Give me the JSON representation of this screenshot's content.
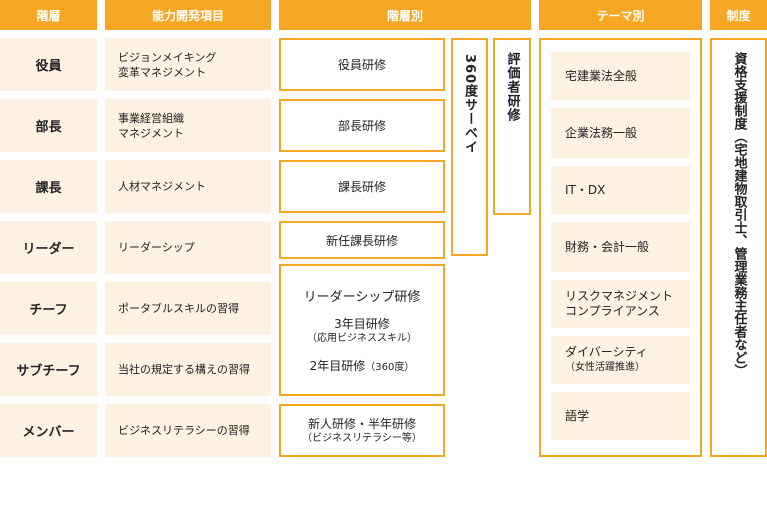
{
  "headers": {
    "level": "階層",
    "ability": "能力開発項目",
    "by_level": "階層別",
    "by_theme": "テーマ別",
    "system": "制度"
  },
  "ranks": [
    {
      "rank": "役員",
      "skill_lines": [
        "ビジョンメイキング",
        "変革マネジメント"
      ]
    },
    {
      "rank": "部長",
      "skill_lines": [
        "事業経営組織",
        "マネジメント"
      ]
    },
    {
      "rank": "課長",
      "skill_lines": [
        "人材マネジメント"
      ]
    },
    {
      "rank": "リーダー",
      "skill_lines": [
        "リーダーシップ"
      ]
    },
    {
      "rank": "チーフ",
      "skill_lines": [
        "ポータブルスキルの習得"
      ]
    },
    {
      "rank": "サブチーフ",
      "skill_lines": [
        "当社の規定する構えの習得"
      ]
    },
    {
      "rank": "メンバー",
      "skill_lines": [
        "ビジネスリテラシーの習得"
      ]
    }
  ],
  "trainings": {
    "exec": "役員研修",
    "gm": "部長研修",
    "mgr": "課長研修",
    "new_mgr": "新任課長研修",
    "leadership": "リーダーシップ研修",
    "third_year": "3年目研修",
    "third_year_note": "（応用ビジネススキル）",
    "second_year_main": "2年目研修",
    "second_year_note": "（360度）",
    "new_hire": "新人研修・半年研修",
    "new_hire_note": "（ビジネスリテラシー等）"
  },
  "survey": "360度サーベイ",
  "evaluator": "評価者研修",
  "themes": [
    {
      "lines": [
        "宅建業法全般"
      ],
      "note": ""
    },
    {
      "lines": [
        "企業法務一般"
      ],
      "note": ""
    },
    {
      "lines": [
        "IT・DX"
      ],
      "note": ""
    },
    {
      "lines": [
        "財務・会計一般"
      ],
      "note": ""
    },
    {
      "lines": [
        "リスクマネジメント",
        "コンプライアンス"
      ],
      "note": ""
    },
    {
      "lines": [
        "ダイバーシティ"
      ],
      "note": "（女性活躍推進）"
    },
    {
      "lines": [
        "語学"
      ],
      "note": ""
    }
  ],
  "system_text": "資格支援制度（宅地建物取引士、管理業務主任者など）",
  "colors": {
    "accent": "#f5a623",
    "cell_bg": "#fdf1e1"
  }
}
